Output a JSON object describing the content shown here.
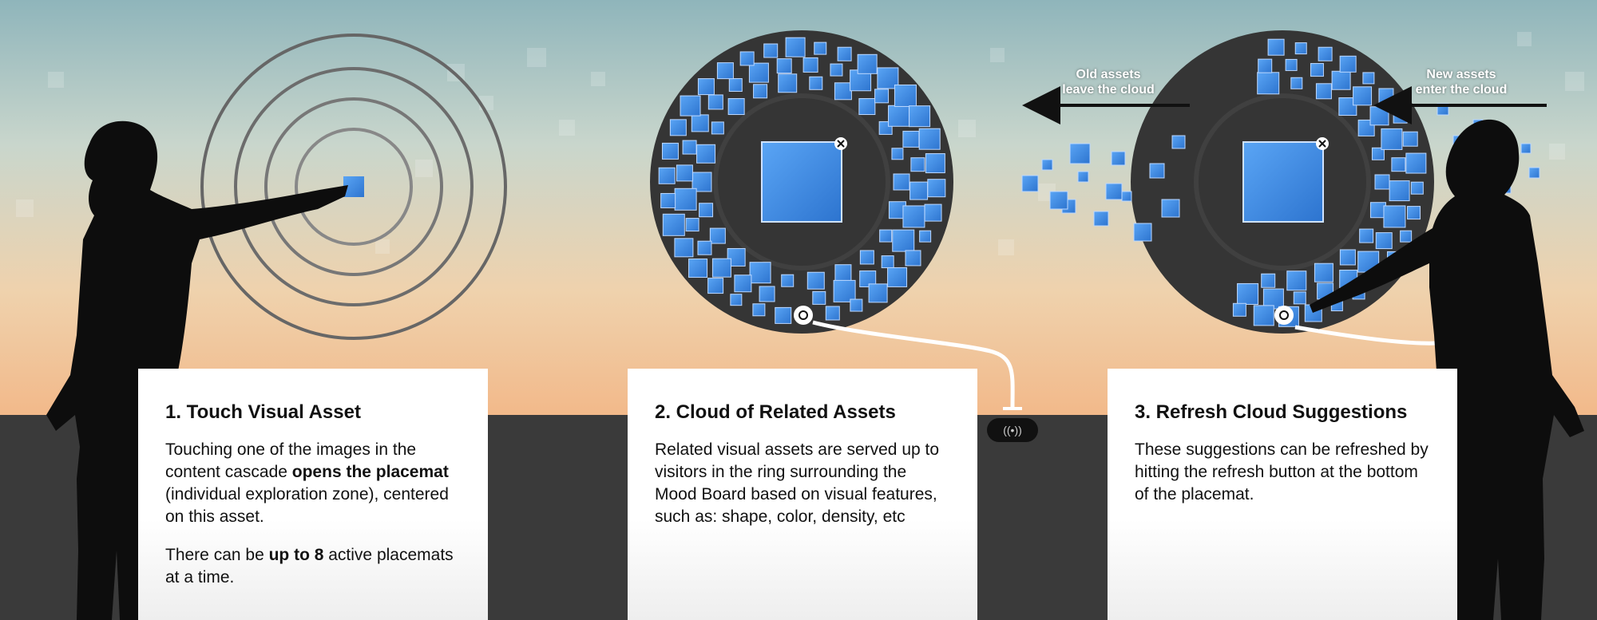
{
  "colors": {
    "asset_blue": "#3f8ee8",
    "ring_dark": "#353535",
    "floor": "#3a3a3a",
    "card_bg": "#ffffff",
    "sky_top": "#8fb5bb",
    "sky_bottom": "#f2b98a"
  },
  "icons": [
    "refresh-icon",
    "close-icon",
    "wireless-icon"
  ],
  "steps": [
    {
      "title": "1. Touch Visual Asset",
      "p1_a": "Touching one of the images in the content cascade ",
      "p1_b": "opens the placemat",
      "p1_c": " (individual exploration zone), centered on this asset.",
      "p2_a": "There can be ",
      "p2_b": "up to 8",
      "p2_c": " active placemats at a time."
    },
    {
      "title": "2. Cloud of Related Assets",
      "p1": "Related visual assets are served up to visitors in the ring surrounding the Mood Board based on visual features, such as: shape, color, density, etc"
    },
    {
      "title": "3. Refresh Cloud Suggestions",
      "p1": "These suggestions can be refreshed by hitting the refresh button at the bottom of the placemat."
    }
  ],
  "annotations": {
    "old_line1": "Old assets",
    "old_line2": "leave the cloud",
    "new_line1": "New assets",
    "new_line2": "enter the cloud"
  }
}
